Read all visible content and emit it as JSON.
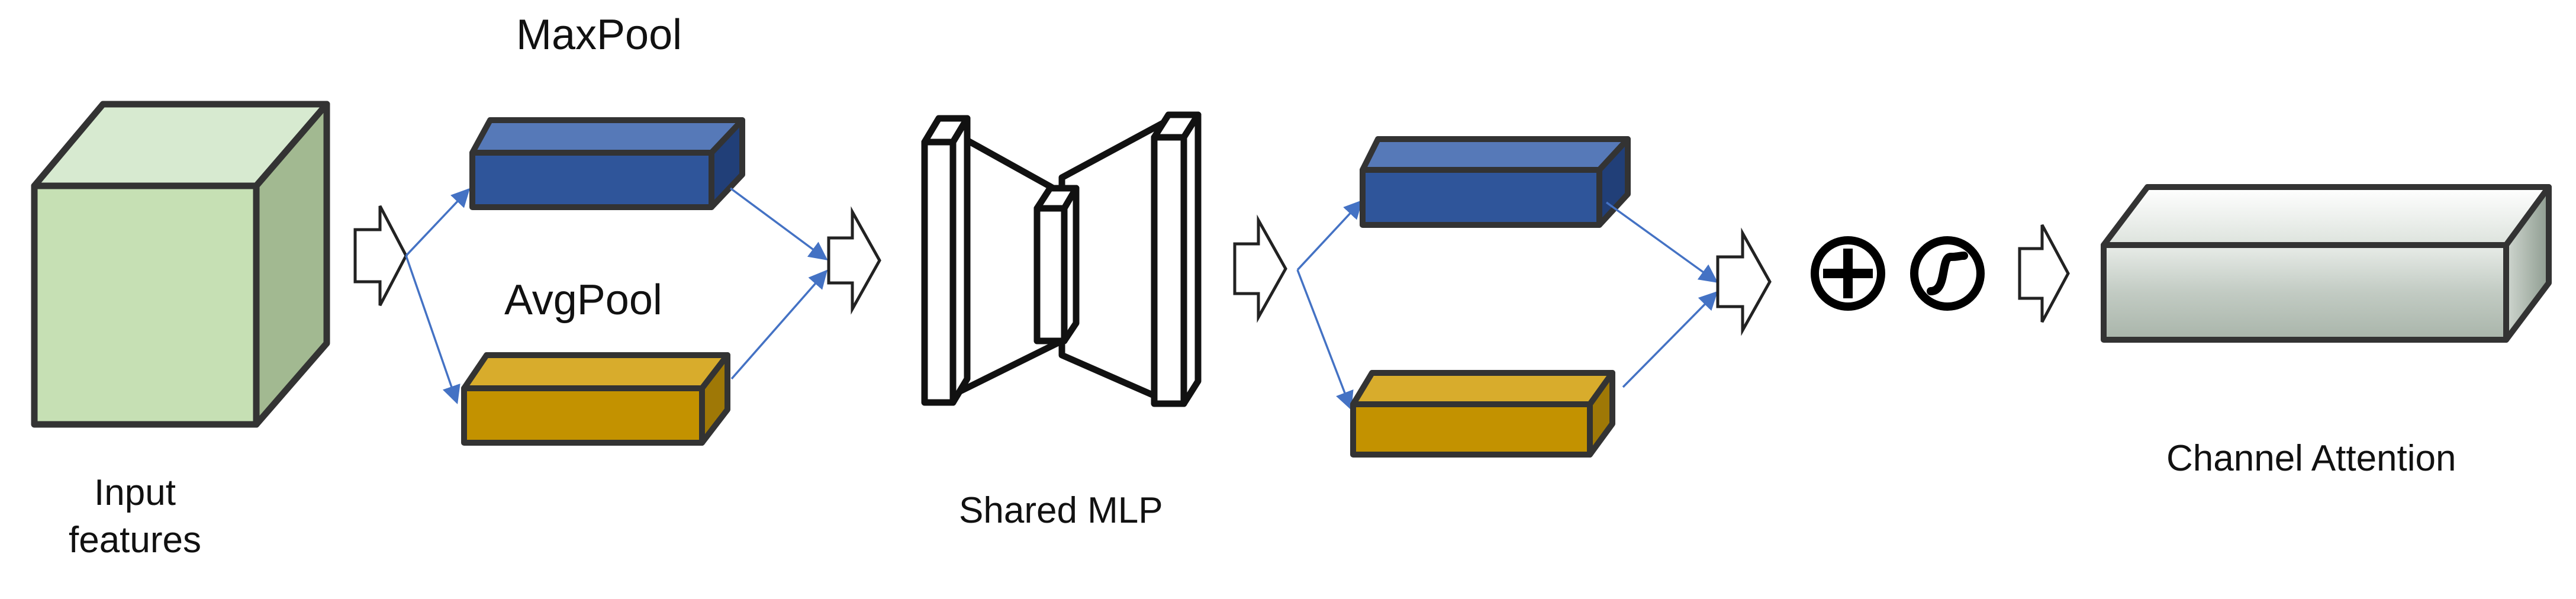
{
  "labels": {
    "maxpool": "MaxPool",
    "avgpool": "AvgPool",
    "input_line1": "Input",
    "input_line2": "features",
    "shared_mlp": "Shared MLP",
    "channel_attention": "Channel Attention"
  },
  "colors": {
    "input_front": "#c6e0b4",
    "input_top": "#d7ead0",
    "input_side": "#a2b991",
    "maxpool_front": "#2f559a",
    "maxpool_top": "#5679b8",
    "maxpool_side": "#213f78",
    "avgpool_front": "#c39200",
    "avgpool_top": "#d8ac2c",
    "avgpool_side": "#9f7806",
    "output_front": "#c2cbc3",
    "output_top": "#e4e9e4",
    "output_side": "#9eaaa0",
    "connector": "#4472c4",
    "outline": "#333333"
  },
  "icons": [
    "plus-circle-icon",
    "sigmoid-icon"
  ]
}
